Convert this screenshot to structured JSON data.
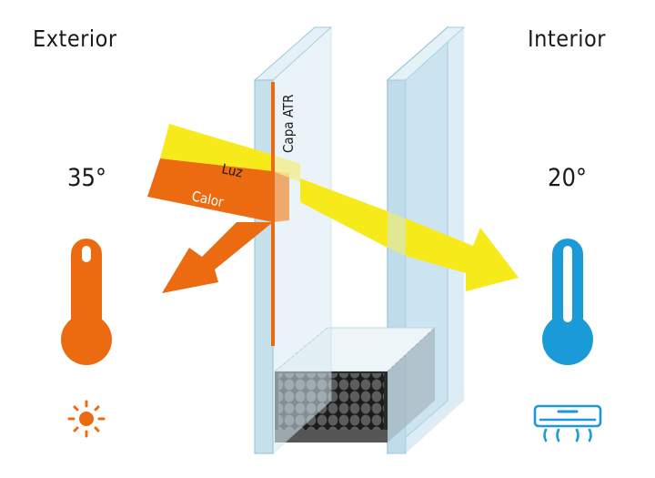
{
  "exterior": {
    "label": "Exterior",
    "temperature": "35°"
  },
  "interior": {
    "label": "Interior",
    "temperature": "20°"
  },
  "beams": {
    "light": "Luz",
    "heat": "Calor"
  },
  "coating": {
    "label": "Capa ATR"
  },
  "colors": {
    "heat": "#ec6a10",
    "light": "#f6ea1a",
    "cold": "#1a9ad6",
    "glass": "#d6ebf4",
    "glass_edge": "#9cc9dc",
    "desiccant": "#4a4a4a"
  },
  "icons": {
    "exterior_thermometer": "thermometer-hot-icon",
    "interior_thermometer": "thermometer-cold-icon",
    "exterior_symbol": "sun-icon",
    "interior_symbol": "air-conditioner-icon"
  }
}
